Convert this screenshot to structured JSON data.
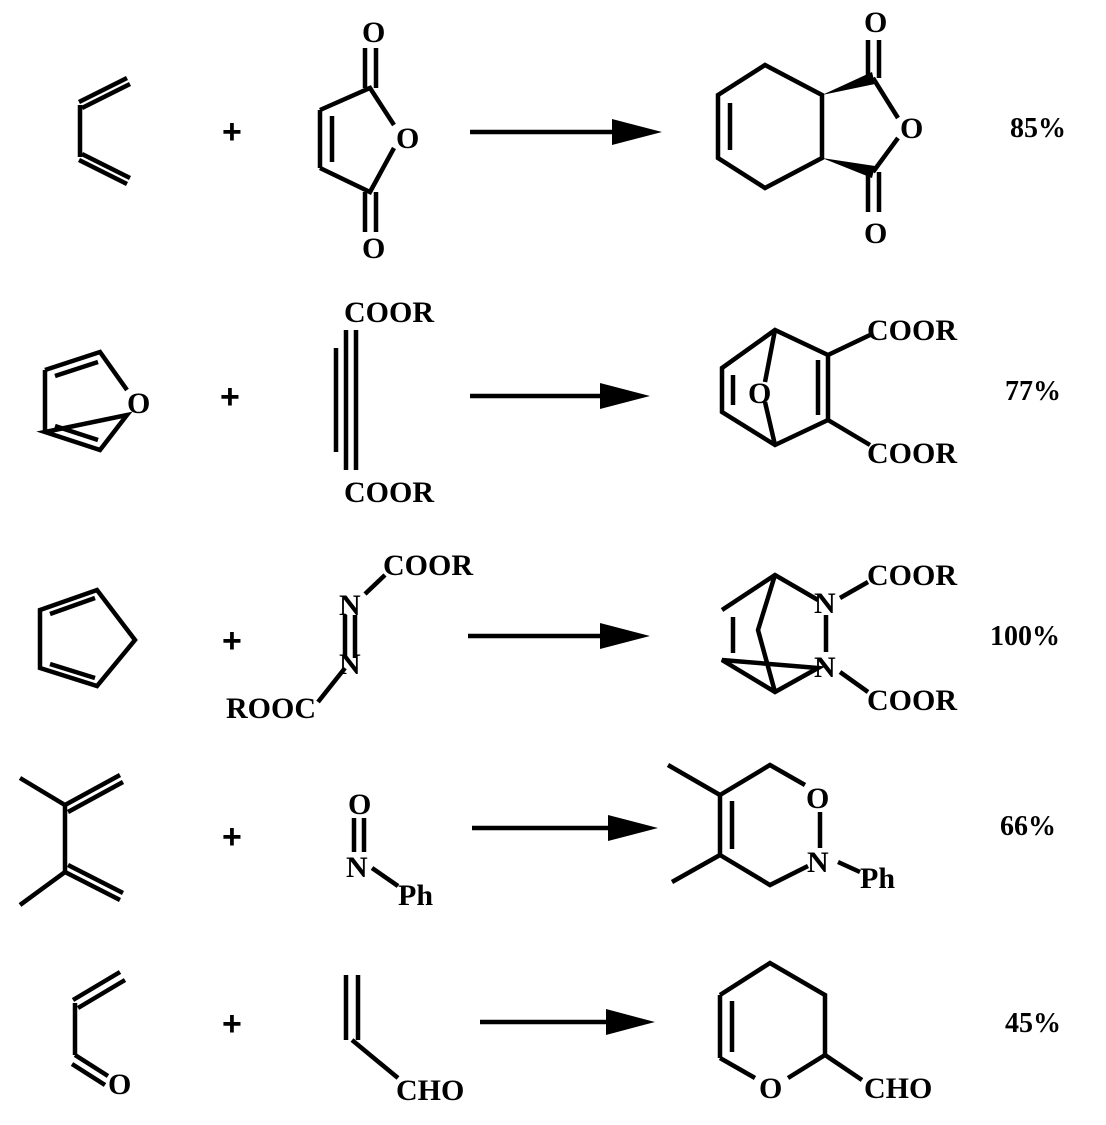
{
  "reactions": [
    {
      "yield": "85%",
      "dienophile_labels": {
        "carbonyl_o_top": "O",
        "ring_o": "O",
        "carbonyl_o_bottom": "O"
      },
      "product_labels": {
        "carbonyl_o_top": "O",
        "ring_o": "O",
        "carbonyl_o_bottom": "O"
      }
    },
    {
      "yield": "77%",
      "diene_labels": {
        "ring_o": "O"
      },
      "dienophile_labels": {
        "ester_top": "COOR",
        "ester_bottom": "COOR"
      },
      "product_labels": {
        "bridge_o": "O",
        "ester_top": "COOR",
        "ester_bottom": "COOR"
      }
    },
    {
      "yield": "100%",
      "dienophile_labels": {
        "ester_top": "COOR",
        "n_top": "N",
        "n_bottom": "N",
        "ester_bottom": "ROOC"
      },
      "product_labels": {
        "n_top": "N",
        "n_bottom": "N",
        "ester_top": "COOR",
        "ester_bottom": "COOR"
      }
    },
    {
      "yield": "66%",
      "dienophile_labels": {
        "o": "O",
        "n": "N",
        "ph": "Ph"
      },
      "product_labels": {
        "o": "O",
        "n": "N",
        "ph": "Ph"
      }
    },
    {
      "yield": "45%",
      "diene_labels": {
        "o": "O"
      },
      "dienophile_labels": {
        "cho": "CHO"
      },
      "product_labels": {
        "ring_o": "O",
        "cho": "CHO"
      }
    }
  ],
  "plus_sign": "+"
}
